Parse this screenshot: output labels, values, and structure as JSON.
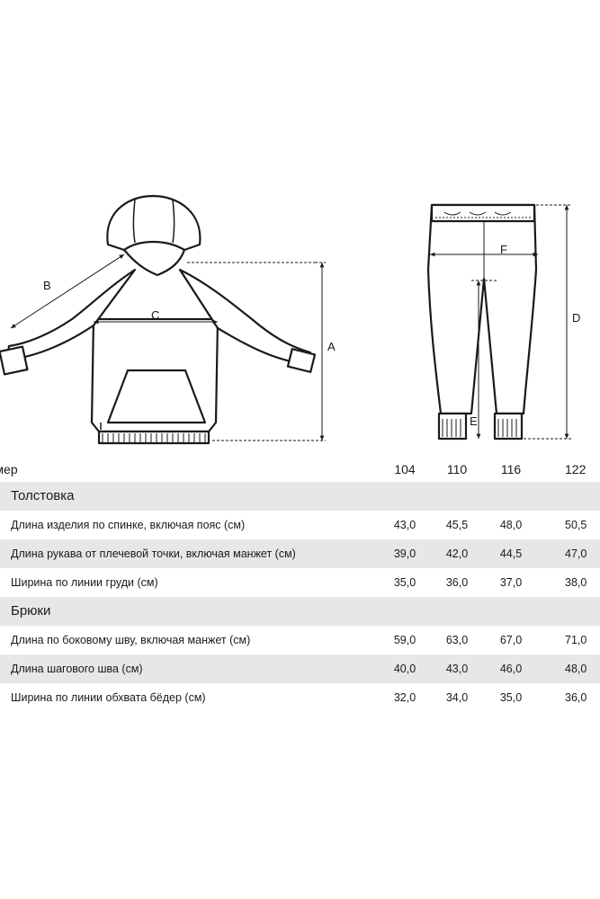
{
  "diagram": {
    "hoodie_labels": {
      "a": "A",
      "b": "B",
      "c": "C"
    },
    "pants_labels": {
      "d": "D",
      "e": "E",
      "f": "F"
    }
  },
  "table": {
    "header": {
      "label": "змер",
      "sizes": [
        "104",
        "110",
        "116",
        "122"
      ]
    },
    "sections": [
      {
        "title": "Толстовка",
        "rows": [
          {
            "label": "Длина изделия по спинке, включая пояс (см)",
            "values": [
              "43,0",
              "45,5",
              "48,0",
              "50,5"
            ]
          },
          {
            "label": "Длина рукава от плечевой точки, включая манжет (см)",
            "values": [
              "39,0",
              "42,0",
              "44,5",
              "47,0"
            ]
          },
          {
            "label": "Ширина по линии груди (см)",
            "values": [
              "35,0",
              "36,0",
              "37,0",
              "38,0"
            ]
          }
        ]
      },
      {
        "title": "Брюки",
        "rows": [
          {
            "label": "Длина по боковому шву, включая манжет (см)",
            "values": [
              "59,0",
              "63,0",
              "67,0",
              "71,0"
            ]
          },
          {
            "label": "Длина шагового шва (см)",
            "values": [
              "40,0",
              "43,0",
              "46,0",
              "48,0"
            ]
          },
          {
            "label": "Ширина по линии обхвата бёдер (см)",
            "values": [
              "32,0",
              "34,0",
              "35,0",
              "36,0"
            ]
          }
        ]
      }
    ]
  }
}
